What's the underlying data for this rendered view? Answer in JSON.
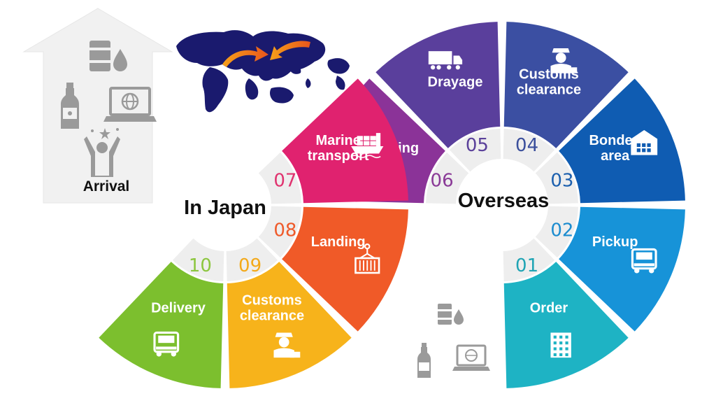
{
  "center_labels": {
    "japan": "In Japan",
    "overseas": "Overseas"
  },
  "arrival_label": "Arrival",
  "steps": [
    {
      "num": "01",
      "label": [
        "Order"
      ],
      "color": "#1eb3c4",
      "numColor": "#1fa4b4",
      "icon": "building-icon"
    },
    {
      "num": "02",
      "label": [
        "Pickup"
      ],
      "color": "#1793d8",
      "numColor": "#1c8ccf",
      "icon": "truck-icon"
    },
    {
      "num": "03",
      "label": [
        "Bonded",
        "area"
      ],
      "color": "#0f5cb2",
      "numColor": "#1b5fae",
      "icon": "warehouse-icon"
    },
    {
      "num": "04",
      "label": [
        "Customs",
        "clearance"
      ],
      "color": "#3b4fa2",
      "numColor": "#3b4f9c",
      "icon": "customs-officer-icon"
    },
    {
      "num": "05",
      "label": [
        "Drayage"
      ],
      "color": "#5a3f9c",
      "numColor": "#5a409a",
      "icon": "trailer-truck-icon"
    },
    {
      "num": "06",
      "label": [
        "Shipping"
      ],
      "color": "#8b3398",
      "numColor": "#8a3a97",
      "icon": "crane-container-icon"
    },
    {
      "num": "07",
      "label": [
        "Marine",
        "transport"
      ],
      "color": "#e0226f",
      "numColor": "#e0336f",
      "icon": "cargo-ship-icon"
    },
    {
      "num": "08",
      "label": [
        "Landing"
      ],
      "color": "#f05a28",
      "numColor": "#ef5a2a",
      "icon": "crane-container-icon"
    },
    {
      "num": "09",
      "label": [
        "Customs",
        "clearance"
      ],
      "color": "#f7b31b",
      "numColor": "#f3a91a",
      "icon": "customs-officer-icon"
    },
    {
      "num": "10",
      "label": [
        "Delivery"
      ],
      "color": "#7cbf2e",
      "numColor": "#8cc63f",
      "icon": "truck-icon"
    }
  ],
  "house_icons": [
    "fuel-drum-icon",
    "liquor-bottle-icon",
    "laptop-globe-icon",
    "person-celebrating-icon"
  ],
  "overseas_icons": [
    "fuel-drum-icon",
    "liquor-bottle-icon",
    "laptop-globe-icon"
  ],
  "map_icon": "world-map-icon",
  "arrow_icon": "orange-arrow-icon"
}
